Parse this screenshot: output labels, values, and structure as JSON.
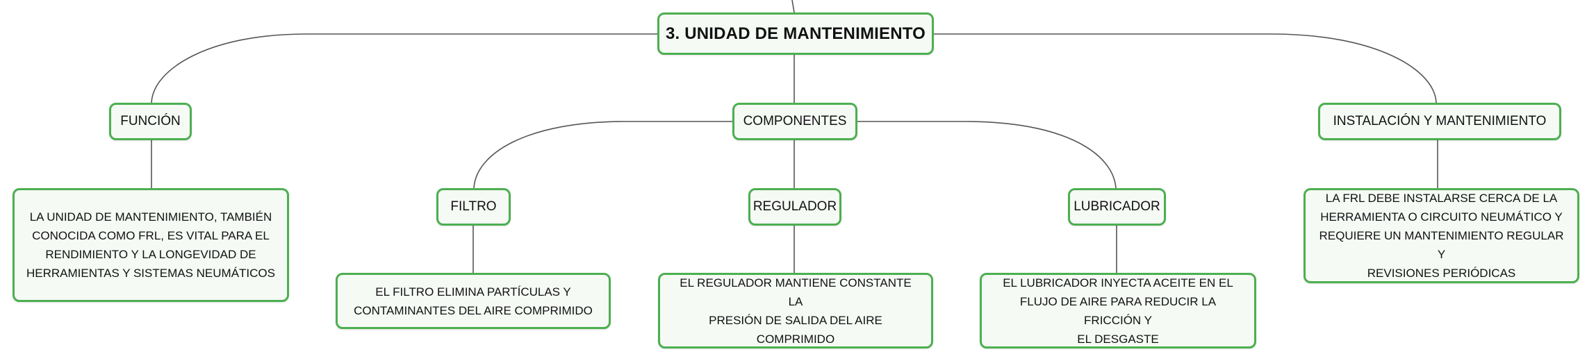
{
  "colors": {
    "border": "#4caf50",
    "fill": "#f5faf5",
    "line": "#555555",
    "text": "#111111"
  },
  "root": {
    "label": "3. UNIDAD DE MANTENIMIENTO"
  },
  "branches": {
    "funcion": {
      "label": "FUNCIÓN",
      "detail": "LA UNIDAD DE MANTENIMIENTO, TAMBIÉN\nCONOCIDA COMO FRL, ES VITAL PARA EL\nRENDIMIENTO Y LA LONGEVIDAD DE\nHERRAMIENTAS Y SISTEMAS NEUMÁTICOS"
    },
    "componentes": {
      "label": "COMPONENTES",
      "filtro": {
        "label": "FILTRO",
        "detail": "EL FILTRO ELIMINA PARTÍCULAS Y\nCONTAMINANTES DEL AIRE COMPRIMIDO"
      },
      "regulador": {
        "label": "REGULADOR",
        "detail": "EL REGULADOR MANTIENE CONSTANTE LA\nPRESIÓN DE SALIDA DEL AIRE COMPRIMIDO"
      },
      "lubricador": {
        "label": "LUBRICADOR",
        "detail": "EL LUBRICADOR INYECTA ACEITE EN EL\nFLUJO DE AIRE PARA REDUCIR LA FRICCIÓN Y\nEL DESGASTE"
      }
    },
    "instalacion": {
      "label": "INSTALACIÓN Y MANTENIMIENTO",
      "detail": "LA FRL DEBE INSTALARSE CERCA DE LA\nHERRAMIENTA O CIRCUITO NEUMÁTICO Y\nREQUIERE UN MANTENIMIENTO REGULAR Y\nREVISIONES PERIÓDICAS"
    }
  }
}
